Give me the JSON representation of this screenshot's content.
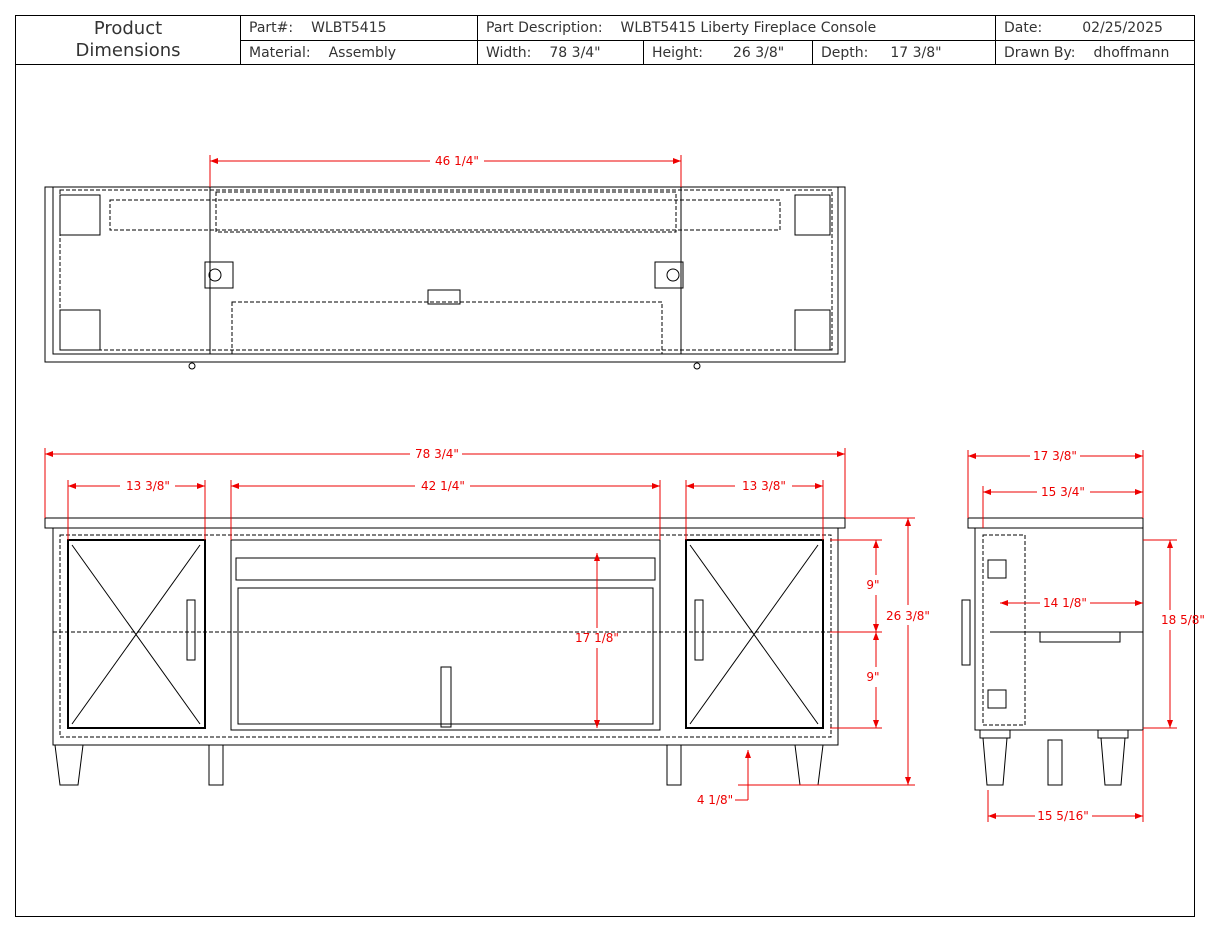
{
  "title_block": {
    "title_line1": "Product",
    "title_line2": "Dimensions",
    "part_label": "Part#:",
    "part_value": "WLBT5415",
    "material_label": "Material:",
    "material_value": "Assembly",
    "description_label": "Part Description:",
    "description_value": "WLBT5415 Liberty Fireplace Console",
    "width_label": "Width:",
    "width_value": "78 3/4\"",
    "height_label": "Height:",
    "height_value": "26 3/8\"",
    "depth_label": "Depth:",
    "depth_value": "17 3/8\"",
    "date_label": "Date:",
    "date_value": "02/25/2025",
    "drawn_label": "Drawn By:",
    "drawn_value": "dhoffmann"
  },
  "dimensions": {
    "top_inner": "46 1/4\"",
    "overall_width": "78 3/4\"",
    "left_door": "13 3/8\"",
    "fireplace": "42 1/4\"",
    "right_door": "13 3/8\"",
    "overall_height": "26 3/8\"",
    "shelf_upper": "9\"",
    "shelf_lower": "9\"",
    "fireplace_height": "17 1/8\"",
    "leg_height": "4 1/8\"",
    "side_depth": "17 3/8\"",
    "side_inner_depth": "15 3/4\"",
    "side_shelf_depth": "14 1/8\"",
    "side_height": "18 5/8\"",
    "side_leg_span": "15 5/16\""
  },
  "colors": {
    "dimension": "#e00000",
    "line": "#000000"
  }
}
